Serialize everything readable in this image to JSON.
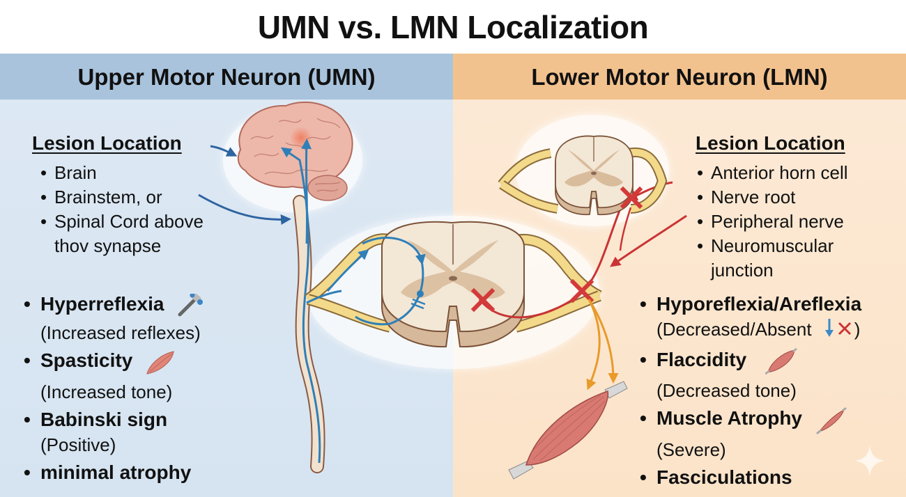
{
  "title": "UMN vs. LMN Localization",
  "colors": {
    "umn_header": "#a9c3dc",
    "umn_background": "#dde8f3",
    "lmn_header": "#f2c28e",
    "lmn_background": "#fce9d6",
    "pathway_blue": "#2f7fb8",
    "lesion_red": "#d33a3a",
    "efferent_orange": "#e8a030",
    "nerve_yellow": "#f3d98a",
    "brain_pink": "#eab3a5",
    "muscle_red": "#d87a72"
  },
  "umn": {
    "header": "Upper Motor Neuron (UMN)",
    "lesion_location": {
      "title": "Lesion Location",
      "items": [
        "Brain",
        "Brainstem, or",
        "Spinal Cord above",
        "thov synapse"
      ]
    },
    "signs": [
      {
        "name": "Hyperreflexia",
        "description": "(Increased reflexes)",
        "icon": "reflex-hammer-icon"
      },
      {
        "name": "Spasticity",
        "description": "(Increased tone)",
        "icon": "muscle-icon"
      },
      {
        "name": "Babinski sign",
        "description": "(Positive)",
        "icon": ""
      },
      {
        "name": "minimal atrophy",
        "description": "",
        "icon": ""
      }
    ]
  },
  "lmn": {
    "header": "Lower Motor Neuron (LMN)",
    "lesion_location": {
      "title": "Lesion Location",
      "items": [
        "Anterior horn cell",
        "Nerve root",
        "Peripheral nerve",
        "Neuromuscular",
        "junction"
      ]
    },
    "signs": [
      {
        "name": "Hyporeflexia/Areflexia",
        "description": "(Decreased/Absent",
        "description_suffix": ")",
        "icon": "down-arrow-and-x-icon"
      },
      {
        "name": "Flaccidity",
        "description": "(Decreased tone)",
        "icon": "muscle-icon"
      },
      {
        "name": "Muscle Atrophy",
        "description": "(Severe)",
        "icon": "thin-muscle-icon"
      },
      {
        "name": "Fasciculations",
        "description": "",
        "icon": ""
      }
    ]
  },
  "illustration": {
    "labels": [
      "brain",
      "brainstem",
      "corticospinal-tract",
      "spinal-cord-cross-section",
      "anterior-horn-lesion",
      "nerve-root-lesion",
      "muscle"
    ]
  }
}
